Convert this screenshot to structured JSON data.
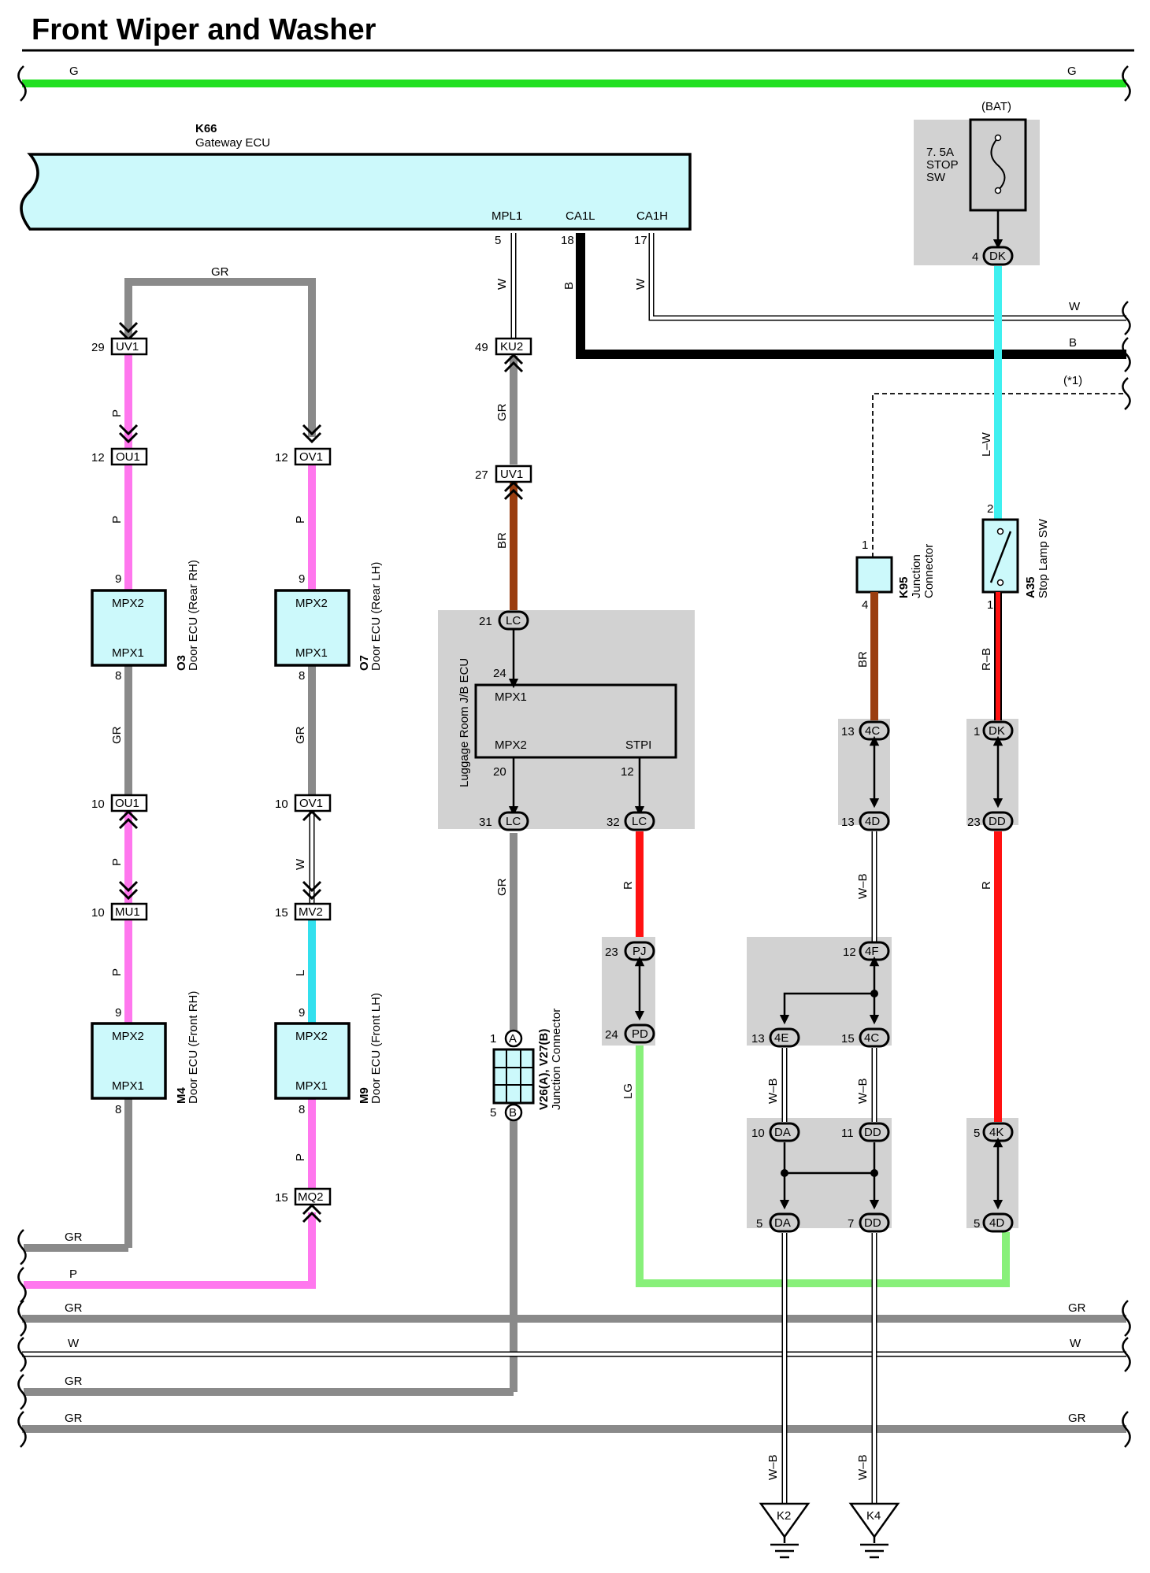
{
  "title": "Front Wiper and Washer",
  "colors": {
    "G": "#22e022",
    "GR": "#8a8a8a",
    "P": "#ff77ee",
    "BR": "#9a3d0f",
    "R": "#ff1111",
    "LG": "#88f07a",
    "L": "#33e0ee",
    "LW": "#3ff0f0",
    "B": "#000000",
    "W": "#ffffff",
    "ecu": "#ccf9fb",
    "shade": "#d2d2d2"
  },
  "wires": {
    "G": "G",
    "GR": "GR",
    "P": "P",
    "W": "W",
    "B": "B",
    "BR": "BR",
    "R": "R",
    "LG": "LG",
    "L": "L",
    "LW": "L–W",
    "RB": "R–B",
    "WB": "W–B",
    "star1": "(*1)"
  },
  "components": {
    "k66": {
      "code": "K66",
      "name": "Gateway ECU",
      "mpl1": "MPL1",
      "ca1l": "CA1L",
      "ca1h": "CA1H",
      "pin_mpl1": "5",
      "pin_ca1l": "18",
      "pin_ca1h": "17"
    },
    "fuse": {
      "bat": "(BAT)",
      "l1": "7. 5A",
      "l2": "STOP",
      "l3": "SW"
    },
    "o3": {
      "code": "O3",
      "name": "Door ECU (Rear RH)",
      "top": "MPX2",
      "bottom": "MPX1"
    },
    "o7": {
      "code": "O7",
      "name": "Door ECU (Rear LH)",
      "top": "MPX2",
      "bottom": "MPX1"
    },
    "m4": {
      "code": "M4",
      "name": "Door ECU (Front RH)",
      "top": "MPX2",
      "bottom": "MPX1"
    },
    "m9": {
      "code": "M9",
      "name": "Door ECU (Front LH)",
      "top": "MPX2",
      "bottom": "MPX1"
    },
    "jb": {
      "name": "Luggage Room J/B ECU",
      "mpx1": "MPX1",
      "mpx2": "MPX2",
      "stpi": "STPI"
    },
    "k95": {
      "code": "K95",
      "name1": "Junction",
      "name2": "Connector"
    },
    "a35": {
      "code": "A35",
      "name": "Stop Lamp SW"
    },
    "v26": {
      "code": "V26(A), V27(B)",
      "name": "Junction Connector",
      "a": "A",
      "b": "B"
    }
  },
  "connectors": {
    "uv1": "UV1",
    "ou1": "OU1",
    "ov1": "OV1",
    "mu1": "MU1",
    "mv2": "MV2",
    "mq2": "MQ2",
    "ku2": "KU2",
    "lc": "LC",
    "pj": "PJ",
    "pd": "PD",
    "c4c": "4C",
    "c4d": "4D",
    "c4f": "4F",
    "c4e": "4E",
    "c4k": "4K",
    "da": "DA",
    "dd": "DD",
    "dk": "DK"
  },
  "grounds": {
    "k2": "K2",
    "k4": "K4"
  },
  "pins": {
    "p1": "1",
    "p2": "2",
    "p4": "4",
    "p5": "5",
    "p7": "7",
    "p8": "8",
    "p9": "9",
    "p10": "10",
    "p11": "11",
    "p12": "12",
    "p13": "13",
    "p15": "15",
    "p17": "17",
    "p18": "18",
    "p20": "20",
    "p21": "21",
    "p23": "23",
    "p24": "24",
    "p27": "27",
    "p29": "29",
    "p31": "31",
    "p32": "32",
    "p49": "49"
  }
}
